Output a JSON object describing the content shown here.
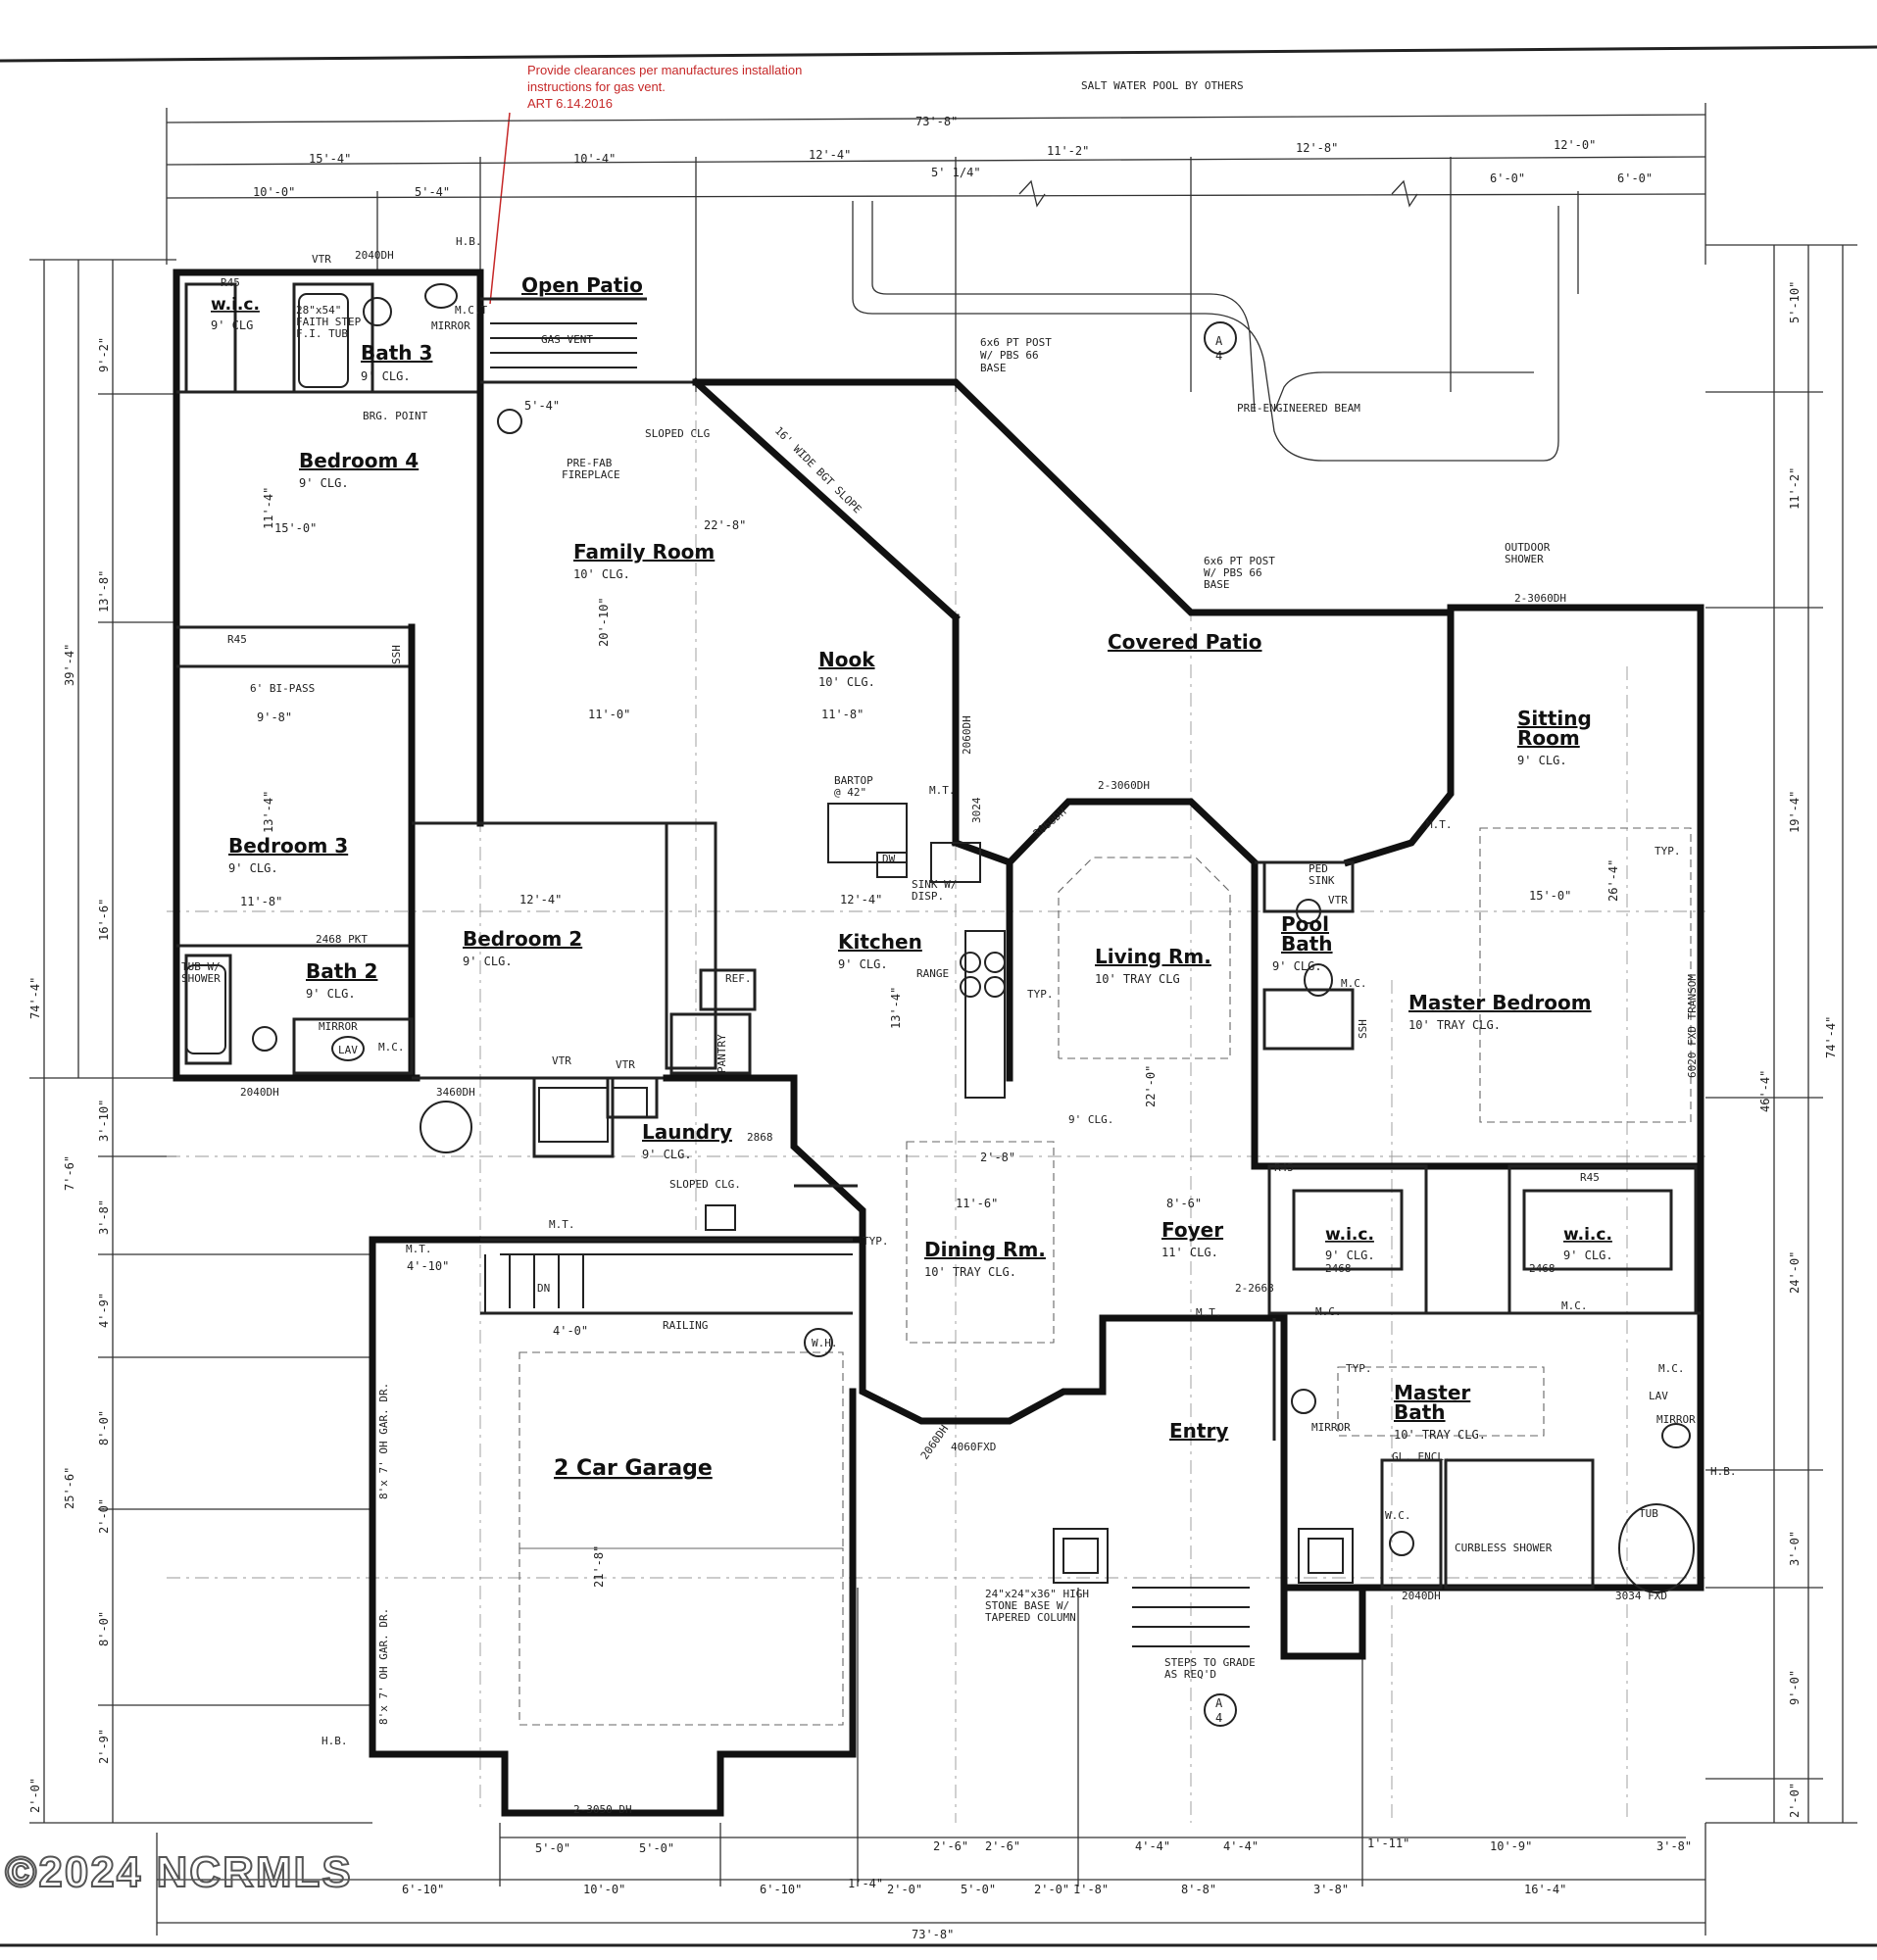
{
  "note_red": [
    "Provide clearances per manufactures installation",
    "instructions for gas vent.",
    "ART 6.14.2016"
  ],
  "top_note": "SALT WATER POOL BY OTHERS",
  "watermark": "©2024 NCRMLS",
  "rooms": [
    {
      "id": "open-patio",
      "name": "Open Patio",
      "ceiling": ""
    },
    {
      "id": "bath-3",
      "name": "Bath 3",
      "ceiling": "9' CLG."
    },
    {
      "id": "wic-bath3",
      "name": "w.i.c.",
      "ceiling": "9' CLG"
    },
    {
      "id": "bedroom-4",
      "name": "Bedroom 4",
      "ceiling": "9' CLG."
    },
    {
      "id": "family-room",
      "name": "Family Room",
      "ceiling": "10' CLG."
    },
    {
      "id": "nook",
      "name": "Nook",
      "ceiling": "10' CLG."
    },
    {
      "id": "covered-patio",
      "name": "Covered Patio",
      "ceiling": ""
    },
    {
      "id": "sitting-room-1",
      "name": "Sitting",
      "ceiling": ""
    },
    {
      "id": "sitting-room-2",
      "name": "Room",
      "ceiling": "9' CLG."
    },
    {
      "id": "bedroom-3",
      "name": "Bedroom 3",
      "ceiling": "9' CLG."
    },
    {
      "id": "bedroom-2",
      "name": "Bedroom 2",
      "ceiling": "9' CLG."
    },
    {
      "id": "bath-2",
      "name": "Bath 2",
      "ceiling": "9' CLG."
    },
    {
      "id": "kitchen",
      "name": "Kitchen",
      "ceiling": "9' CLG."
    },
    {
      "id": "living-rm",
      "name": "Living Rm.",
      "ceiling": "10' TRAY CLG"
    },
    {
      "id": "pool-bath-1",
      "name": "Pool",
      "ceiling": ""
    },
    {
      "id": "pool-bath-2",
      "name": "Bath",
      "ceiling": "9' CLG."
    },
    {
      "id": "master-bedroom",
      "name": "Master Bedroom",
      "ceiling": "10' TRAY CLG."
    },
    {
      "id": "laundry",
      "name": "Laundry",
      "ceiling": "9' CLG."
    },
    {
      "id": "foyer",
      "name": "Foyer",
      "ceiling": "11' CLG."
    },
    {
      "id": "wic-left",
      "name": "w.i.c.",
      "ceiling": "9' CLG."
    },
    {
      "id": "wic-right",
      "name": "w.i.c.",
      "ceiling": "9' CLG."
    },
    {
      "id": "dining-rm",
      "name": "Dining Rm.",
      "ceiling": "10' TRAY CLG."
    },
    {
      "id": "master-bath-1",
      "name": "Master",
      "ceiling": ""
    },
    {
      "id": "master-bath-2",
      "name": "Bath",
      "ceiling": "10' TRAY CLG."
    },
    {
      "id": "entry",
      "name": "Entry",
      "ceiling": ""
    },
    {
      "id": "garage",
      "name": "2 Car Garage",
      "ceiling": ""
    }
  ],
  "dims_top_row1": [
    "73'-8\""
  ],
  "dims_top_row2": [
    "15'-4\"",
    "10'-4\"",
    "12'-4\"",
    "11'-2\"",
    "12'-8\"",
    "12'-0\""
  ],
  "dims_top_row3": [
    "10'-0\"",
    "5'-4\"",
    "5' 1/4\"",
    "6'-0\"",
    "6'-0\""
  ],
  "dims_bottom_row1": [
    "5'-0\"",
    "5'-0\"",
    "2'-6\"",
    "2'-6\"",
    "4'-4\"",
    "4'-4\"",
    "1'-11\"",
    "10'-9\"",
    "3'-8\""
  ],
  "dims_bottom_row2": [
    "6'-10\"",
    "10'-0\"",
    "6'-10\"",
    "1'-4\"",
    "2'-0\"",
    "5'-0\"",
    "2'-0\"",
    "1'-8\"",
    "8'-8\"",
    "3'-8\"",
    "16'-4\""
  ],
  "dims_bottom_row3": [
    "73'-8\""
  ],
  "dims_left": [
    "9'-2\"",
    "13'-8\"",
    "16'-6\"",
    "39'-4\"",
    "74'-4\"",
    "3'-10\"",
    "7'-6\"",
    "3'-8\"",
    "4'-9\"",
    "8'-0\"",
    "2'-0\"",
    "25'-6\"",
    "8'-0\"",
    "2'-9\"",
    "2'-0\""
  ],
  "dims_right": [
    "5'-10\"",
    "11'-2\"",
    "19'-4\"",
    "74'-4\"",
    "46'-4\"",
    "24'-0\"",
    "3'-0\"",
    "9'-0\"",
    "2'-0\""
  ],
  "labels": {
    "vtr": "VTR",
    "hb": "H.B.",
    "dh2040": "2040DH",
    "r45": "R45",
    "mirror": "MIRROR",
    "mct": "M.C.T",
    "gas_vent": "GAS VENT",
    "brg_point": "BRG. POINT",
    "sloped_clg": "SLOPED CLG",
    "prefab": "PRE-FAB",
    "fireplace": "FIREPLACE",
    "wide_slope": "16' WIDE BGT SLOPE",
    "post1": "6x6 PT POST",
    "post2": "W/ PBS 66",
    "post3": "BASE",
    "pre_beam": "PRE-ENGINEERED BEAM",
    "outdoor_shower": "OUTDOOR",
    "outdoor_shower2": "SHOWER",
    "dh3060": "2-3060DH",
    "bipass": "6' BI-PASS",
    "ssh": "SSH",
    "bartop": "BARTOP",
    "bartop2": "@ 42\"",
    "dw": "DW",
    "sink": "SINK W/",
    "sink2": "DISP.",
    "range": "RANGE",
    "ref": "REF.",
    "pantry": "PANTRY",
    "pkt": "2468 PKT",
    "tub_shower": "TUB W/",
    "tub_shower2": "SHOWER",
    "lav": "LAV",
    "mc": "M.C.",
    "tub54": "28\"x54\"",
    "faith": "FAITH STEP",
    "fi_tub": "F.I. TUB",
    "ped_sink": "PED",
    "ped_sink2": "SINK",
    "railing": "RAILING",
    "dn": "DN",
    "wh": "W.H.",
    "sloped_clg2": "SLOPED CLG.",
    "gar_dr1": "8'x 7' OH GAR. DR.",
    "gar_dr2": "8'x 7' OH GAR. DR.",
    "dh3050": "2-3050 DH",
    "fxd4060": "4060FXD",
    "fxd3034": "3034 FXD",
    "transom": "6020 FXD TRANSOM",
    "column1": "24\"x24\"x36\" HIGH",
    "column2": "STONE BASE W/",
    "column3": "TAPERED COLUMN",
    "steps1": "STEPS TO GRADE",
    "steps2": "AS REQ'D",
    "gl_encl": "GL. ENCL.",
    "curbless": "CURBLESS SHOWER",
    "tub": "TUB",
    "wc": "W.C.",
    "typ": "TYP.",
    "dh3460": "3460DH",
    "mt": "M.T.",
    "clg9": "9' CLG.",
    "tray_rect": "2'-0\"",
    "sec_a": "A",
    "sec_4": "4",
    "d2868": "2868",
    "d2668": "2-2668",
    "d2468": "2468",
    "d3024": "3024",
    "d2060": "2060DH",
    "d3060": "3060DH"
  },
  "room_dims": [
    "5'-4\"",
    "22'-8\"",
    "20'-10\"",
    "11'-0\"",
    "11'-8\"",
    "15'-0\"",
    "11'-4\"",
    "9'-8\"",
    "13'-4\"",
    "11'-8\"",
    "12'-4\"",
    "12'-4\"",
    "13'-4\"",
    "15'-0\"",
    "26'-4\"",
    "22'-0\"",
    "11'-6\"",
    "21'-8\"",
    "4'-10\"",
    "4'-0\"",
    "8'-6\"",
    "2'-8\""
  ]
}
